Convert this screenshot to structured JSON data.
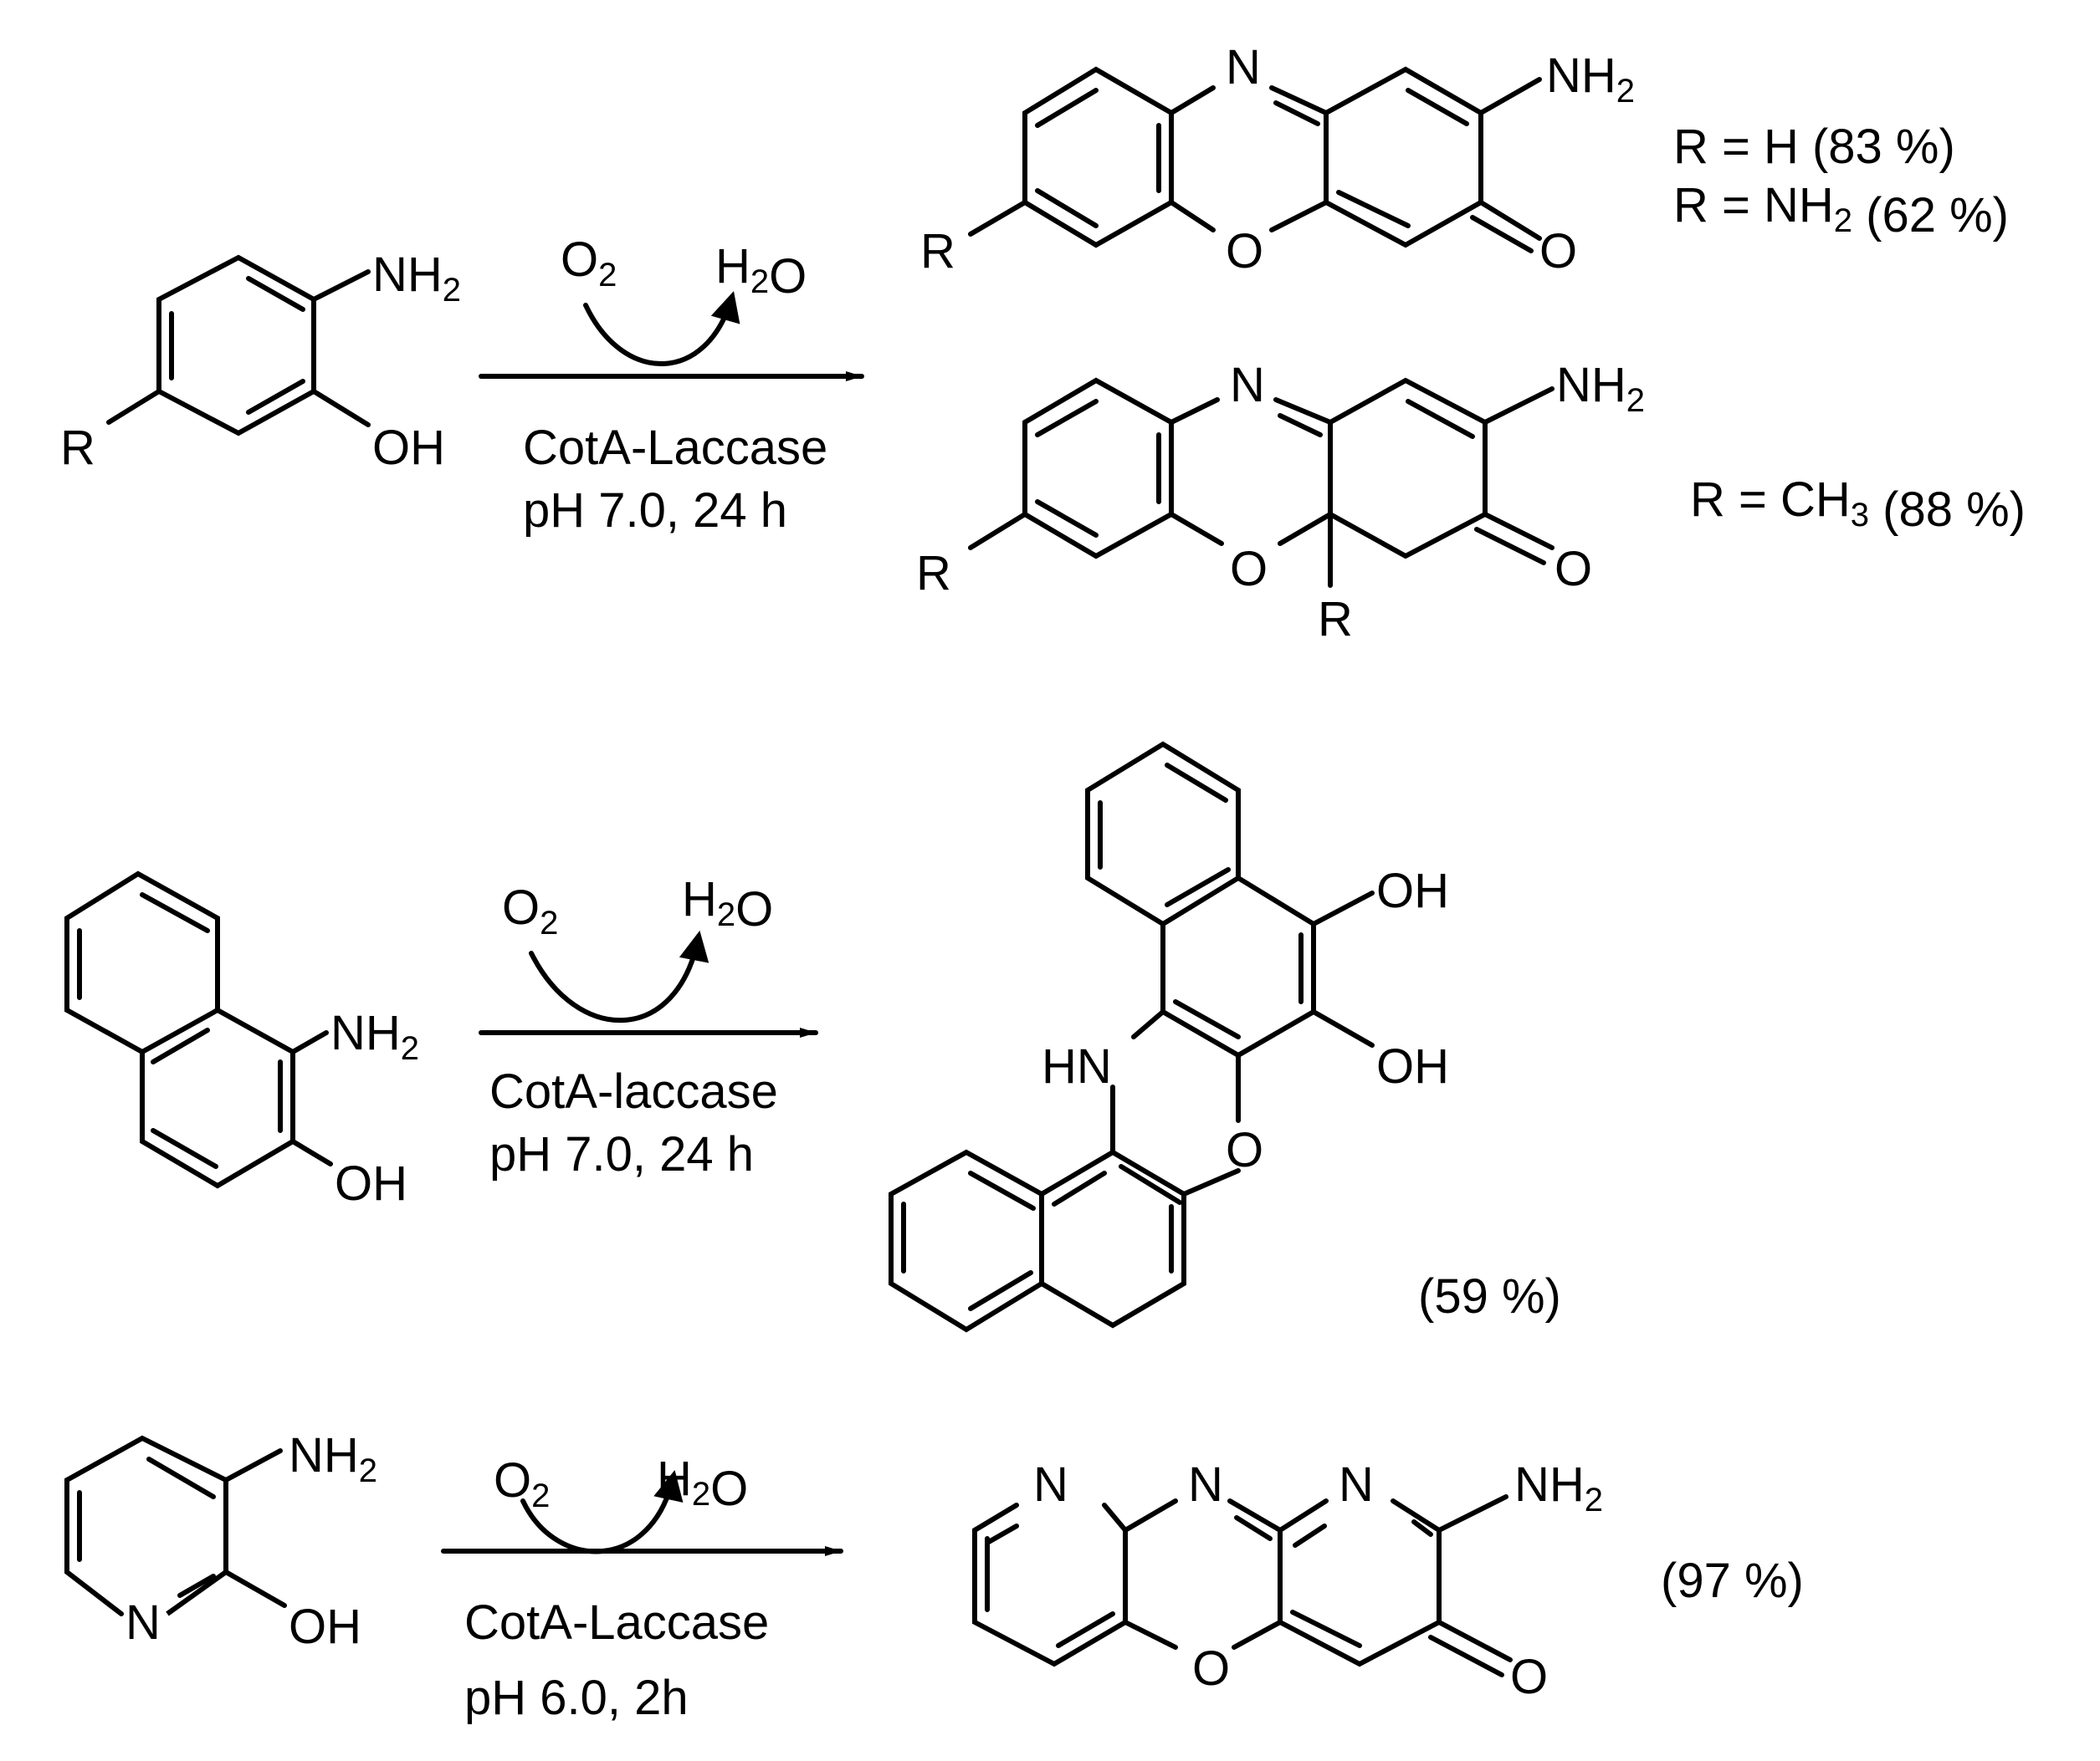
{
  "reactions": [
    {
      "reactant": {
        "nh2": "NH2",
        "oh": "OH",
        "r": "R"
      },
      "arrow": {
        "o2": "O2",
        "h2o": "H2O",
        "cond1": "CotA-Laccase",
        "cond2": "pH 7.0, 24 h"
      },
      "product_a": {
        "n": "N",
        "o": "O",
        "nh2": "NH2",
        "keto": "O",
        "r": "R",
        "yield_line1": "R = H      (83 %)",
        "yield_line2": "R = NH2  (62 %)"
      },
      "product_b": {
        "n": "N",
        "o": "O",
        "nh2": "NH2",
        "keto": "O",
        "r1": "R",
        "r2": "R",
        "yield": "R = CH3   (88 %)"
      }
    },
    {
      "reactant": {
        "nh2": "NH2",
        "oh": "OH"
      },
      "arrow": {
        "o2": "O2",
        "h2o": "H2O",
        "cond1": "CotA-laccase",
        "cond2": "pH 7.0, 24 h"
      },
      "product": {
        "oh1": "OH",
        "oh2": "OH",
        "hn": "HN",
        "o": "O",
        "yield": "(59 %)"
      }
    },
    {
      "reactant": {
        "nh2": "NH2",
        "oh": "OH",
        "n": "N"
      },
      "arrow": {
        "o2": "O2",
        "h2o": "H2O",
        "cond1": "CotA-Laccase",
        "cond2": "pH 6.0, 2h"
      },
      "product": {
        "n1": "N",
        "n2": "N",
        "n3": "N",
        "nh2": "NH2",
        "o": "O",
        "keto": "O",
        "yield": "(97 %)"
      }
    }
  ]
}
